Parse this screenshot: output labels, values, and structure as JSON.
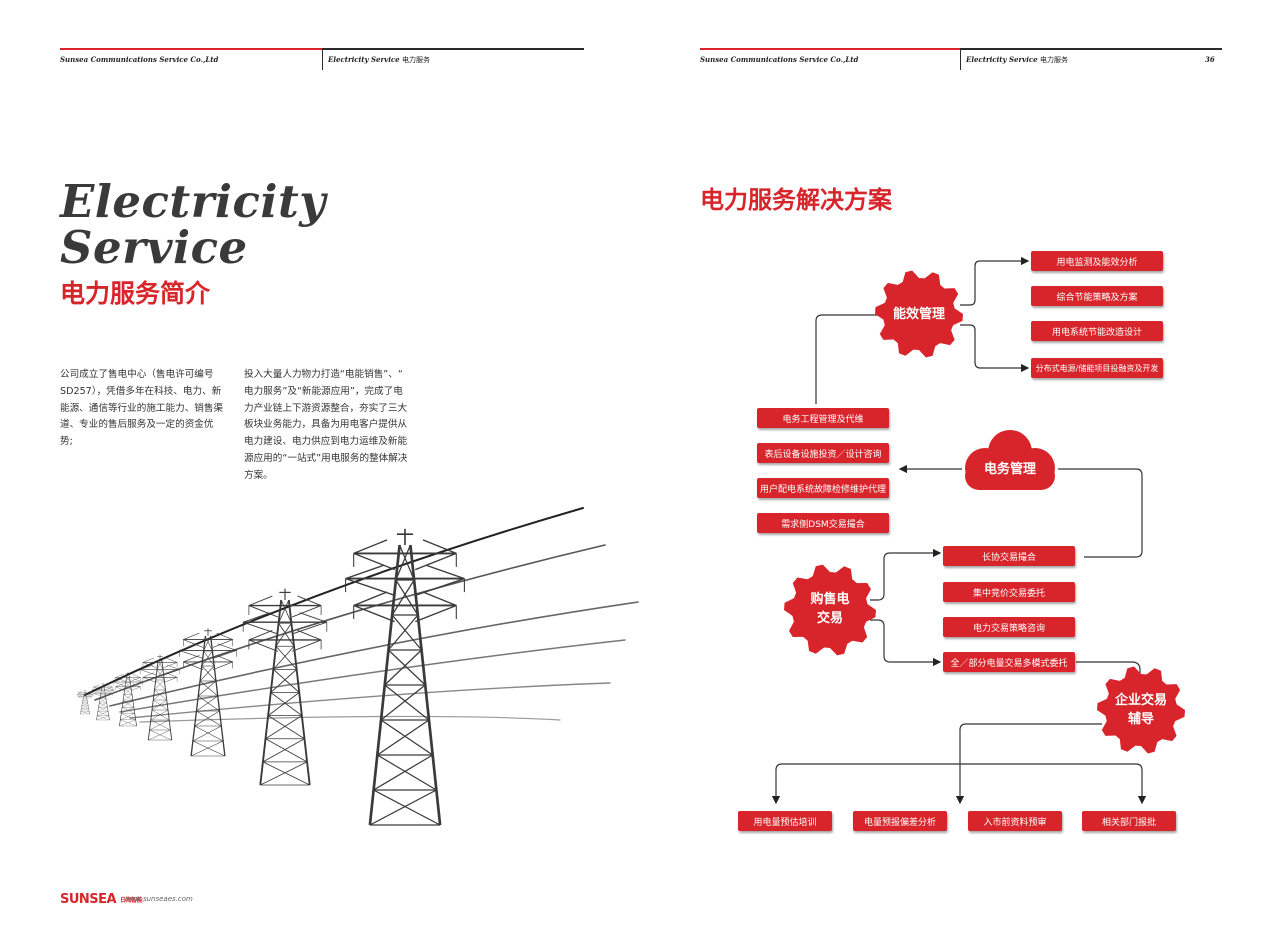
{
  "header": {
    "left": {
      "company": "Sunsea Communications Service Co.,Ltd",
      "section_en": "Electricity Service",
      "section_cn": "电力服务"
    },
    "right": {
      "company": "Sunsea Communications Service Co.,Ltd",
      "section_en": "Electricity Service",
      "section_cn": "电力服务",
      "page_number": "36"
    }
  },
  "left_page": {
    "title_line1": "Electricity",
    "title_line2": "Service",
    "title_cn": "电力服务简介",
    "para1": "公司成立了售电中心（售电许可编号SD257），凭借多年在科技、电力、新能源、通信等行业的施工能力、销售渠道、专业的售后服务及一定的资金优势;",
    "para2": "投入大量人力物力打造“电能销售”、“　电力服务”及“新能源应用”，完成了电力产业链上下游资源整合，夯实了三大板块业务能力，具备为用电客户提供从电力建设、电力供应到电力运维及新能源应用的“一站式”用电服务的整体解决方案。"
  },
  "footer": {
    "logo": "SUNSEA",
    "logo_cn": "日海智能",
    "url": "www.sunseaes.com"
  },
  "right_page": {
    "title": "电力服务解决方案",
    "nodes": {
      "efficiency": "能效管理",
      "electric_service": "电务管理",
      "purchase_line1": "购售电",
      "purchase_line2": "交易",
      "enterprise_line1": "企业交易",
      "enterprise_line2": "辅导"
    },
    "efficiency_items": [
      "用电监测及能效分析",
      "综合节能策略及方案",
      "用电系统节能改造设计",
      "分布式电源/储能项目投融资及开发"
    ],
    "service_items": [
      "电务工程管理及代维",
      "表后设备设施投资／设计咨询",
      "用户配电系统故障检修维护代理",
      "需求侧DSM交易撮合"
    ],
    "trade_items": [
      "长协交易撮合",
      "集中竞价交易委托",
      "电力交易策略咨询",
      "全／部分电量交易多模式委托"
    ],
    "guide_items": [
      "用电量预估培训",
      "电量预报偏差分析",
      "入市前资料预审",
      "相关部门报批"
    ]
  },
  "colors": {
    "accent": "#d7252b",
    "text": "#222222"
  }
}
